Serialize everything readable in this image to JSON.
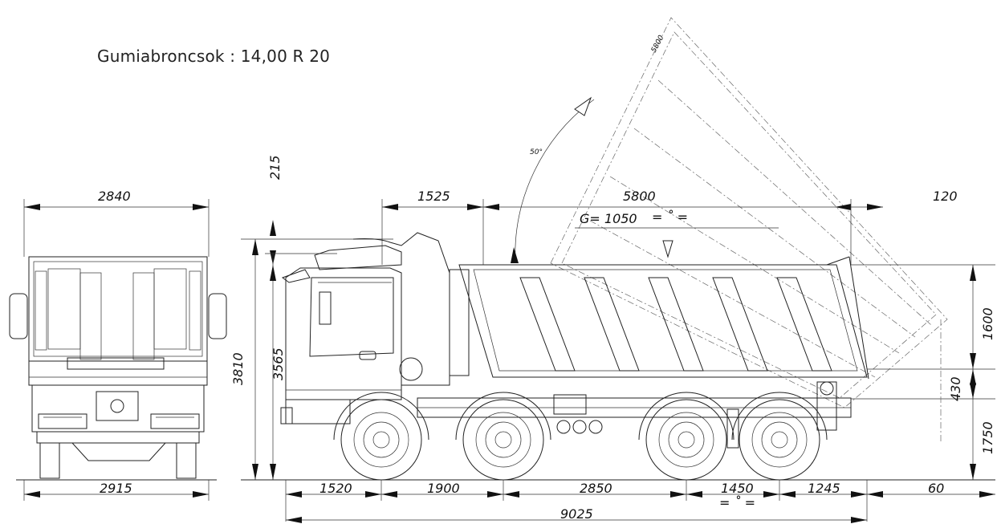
{
  "tire_spec": "Gumiabroncsok : 14,00 R 20",
  "rear_view": {
    "top_width": "2840",
    "bottom_width": "2915"
  },
  "side_view": {
    "dim_cab_gap": "1525",
    "dim_body_length": "5800",
    "dim_center_gravity": "G= 1050",
    "dim_tail_overhang": "120",
    "dim_height_total": "3810",
    "dim_height_body": "3565",
    "dim_tip_clearance": "215",
    "tip_angle": "50°",
    "dim_box_height": "1600",
    "dim_rear_gap": "430",
    "dim_rear_height": "1750",
    "dim_front_overhang": "1520",
    "dim_axle_1_2": "1900",
    "dim_axle_2_3": "2850",
    "dim_axle_3_4": "1450",
    "dim_rear_overhang": "1245",
    "dim_tail_extra": "60",
    "dim_overall_length": "9025",
    "tipped_body_label": "5800"
  }
}
